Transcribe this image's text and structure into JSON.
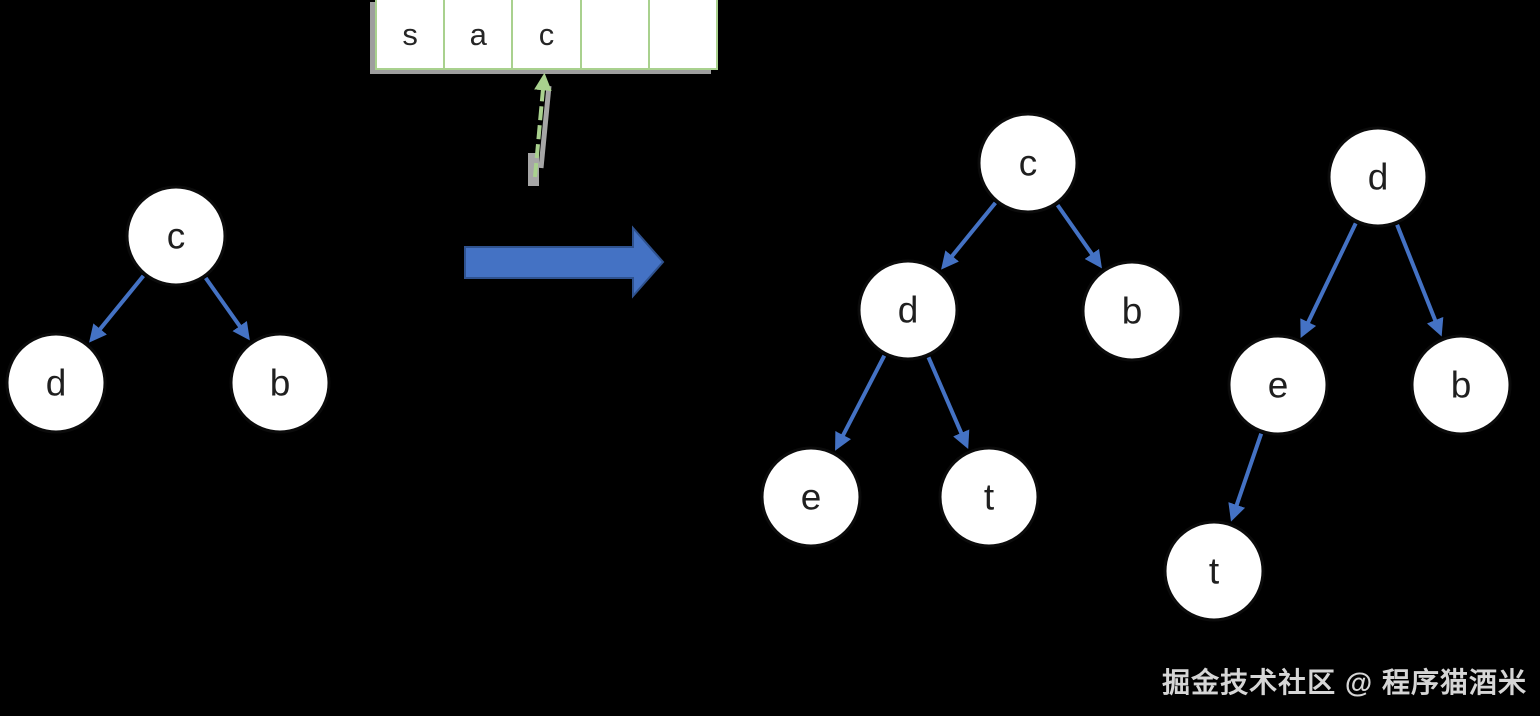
{
  "colors": {
    "background": "#000000",
    "edge_blue": "#4472C4",
    "big_arrow_fill": "#4472C4",
    "big_arrow_border": "#2F528F",
    "table_border_green": "#A9D18E",
    "pointer_arrow_green": "#A9D18E",
    "pointer_arrow_shadow_gray": "#A6A6A6",
    "node_fill": "#FFFFFF",
    "node_border": "#0B0B0B",
    "node_text": "#1F1F1F",
    "watermark_text": "#D6D6D6"
  },
  "array_table": {
    "cells": [
      "s",
      "a",
      "c",
      "",
      ""
    ],
    "pointed_cell_index": 2
  },
  "trees": {
    "left": {
      "nodes": [
        {
          "id": "c",
          "label": "c"
        },
        {
          "id": "d",
          "label": "d"
        },
        {
          "id": "b",
          "label": "b"
        }
      ],
      "edges": [
        [
          "c",
          "d"
        ],
        [
          "c",
          "b"
        ]
      ]
    },
    "middle": {
      "nodes": [
        {
          "id": "c",
          "label": "c"
        },
        {
          "id": "d",
          "label": "d"
        },
        {
          "id": "b",
          "label": "b"
        },
        {
          "id": "e",
          "label": "e"
        },
        {
          "id": "t",
          "label": "t"
        }
      ],
      "edges": [
        [
          "c",
          "d"
        ],
        [
          "c",
          "b"
        ],
        [
          "d",
          "e"
        ],
        [
          "d",
          "t"
        ]
      ]
    },
    "right": {
      "nodes": [
        {
          "id": "d",
          "label": "d"
        },
        {
          "id": "e",
          "label": "e"
        },
        {
          "id": "b",
          "label": "b"
        },
        {
          "id": "t",
          "label": "t"
        }
      ],
      "edges": [
        [
          "d",
          "e"
        ],
        [
          "d",
          "b"
        ],
        [
          "e",
          "t"
        ]
      ]
    }
  },
  "watermark": {
    "text": "掘金技术社区 @ 程序猫酒米"
  }
}
